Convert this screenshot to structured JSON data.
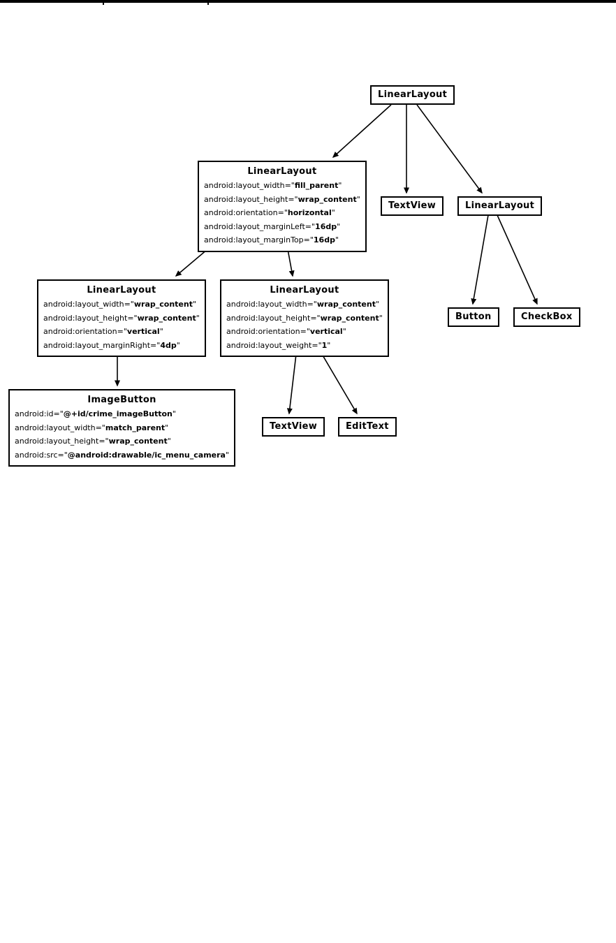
{
  "page": {
    "background_color": "#ffffff",
    "rule_color": "#000000",
    "line_color": "#000000"
  },
  "diagram": {
    "description": "Android XML layout hierarchy tree",
    "nodes": {
      "root": {
        "title": "LinearLayout"
      },
      "row_layout": {
        "title": "LinearLayout",
        "attrs": [
          {
            "pre": "android:layout_width=\"",
            "val": "fill_parent",
            "suf": "\""
          },
          {
            "pre": "android:layout_height=\"",
            "val": "wrap_content",
            "suf": "\""
          },
          {
            "pre": "android:orientation=\"",
            "val": "horizontal",
            "suf": "\""
          },
          {
            "pre": "android:layout_marginLeft=\"",
            "val": "16dp",
            "suf": "\""
          },
          {
            "pre": "android:layout_marginTop=\"",
            "val": "16dp",
            "suf": "\""
          }
        ]
      },
      "textview_top": {
        "title": "TextView"
      },
      "right_layout": {
        "title": "LinearLayout"
      },
      "left_column_layout": {
        "title": "LinearLayout",
        "attrs": [
          {
            "pre": "android:layout_width=\"",
            "val": "wrap_content",
            "suf": "\""
          },
          {
            "pre": "android:layout_height=\"",
            "val": "wrap_content",
            "suf": "\""
          },
          {
            "pre": "android:orientation=\"",
            "val": "vertical",
            "suf": "\""
          },
          {
            "pre": "android:layout_marginRight=\"",
            "val": "4dp",
            "suf": "\""
          }
        ]
      },
      "mid_column_layout": {
        "title": "LinearLayout",
        "attrs": [
          {
            "pre": "android:layout_width=\"",
            "val": "wrap_content",
            "suf": "\""
          },
          {
            "pre": "android:layout_height=\"",
            "val": "wrap_content",
            "suf": "\""
          },
          {
            "pre": "android:orientation=\"",
            "val": "vertical",
            "suf": "\""
          },
          {
            "pre": "android:layout_weight=\"",
            "val": "1",
            "suf": "\""
          }
        ]
      },
      "button": {
        "title": "Button"
      },
      "checkbox": {
        "title": "CheckBox"
      },
      "image_button": {
        "title": "ImageButton",
        "attrs": [
          {
            "pre": "android:id=\"",
            "val": "@+id/crime_imageButton",
            "suf": "\""
          },
          {
            "pre": "android:layout_width=\"",
            "val": "match_parent",
            "suf": "\""
          },
          {
            "pre": "android:layout_height=\"",
            "val": "wrap_content",
            "suf": "\""
          },
          {
            "pre": "android:src=\"",
            "val": "@android:drawable/ic_menu_camera",
            "suf": "\""
          }
        ]
      },
      "textview_bottom": {
        "title": "TextView"
      },
      "edittext": {
        "title": "EditText"
      }
    }
  }
}
